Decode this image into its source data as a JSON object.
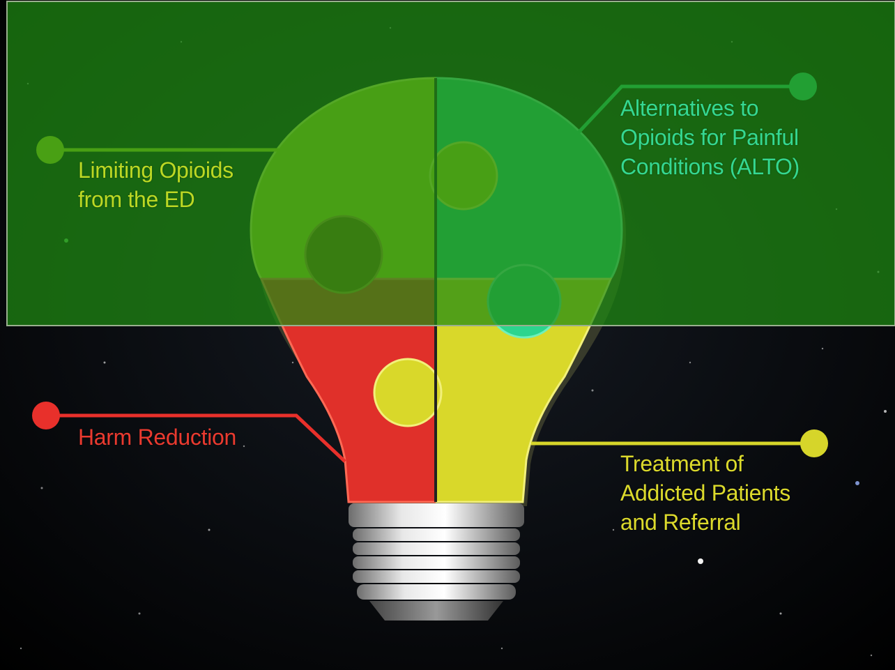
{
  "labels": {
    "limiting": "Limiting Opioids\nfrom the ED",
    "alto": "Alternatives to\nOpioids for Painful\nConditions (ALTO)",
    "harm": "Harm Reduction",
    "treatment": "Treatment of\nAddicted Patients\nand Referral"
  },
  "colors": {
    "limiting": "#b7d61c",
    "alto": "#2ed38a",
    "harm": "#e8302b",
    "treatment": "#d6d52a",
    "overlay": "#1f8a12",
    "background": "#000000"
  },
  "icons": [
    "lightbulb-icon",
    "puzzle-piece-icon"
  ]
}
